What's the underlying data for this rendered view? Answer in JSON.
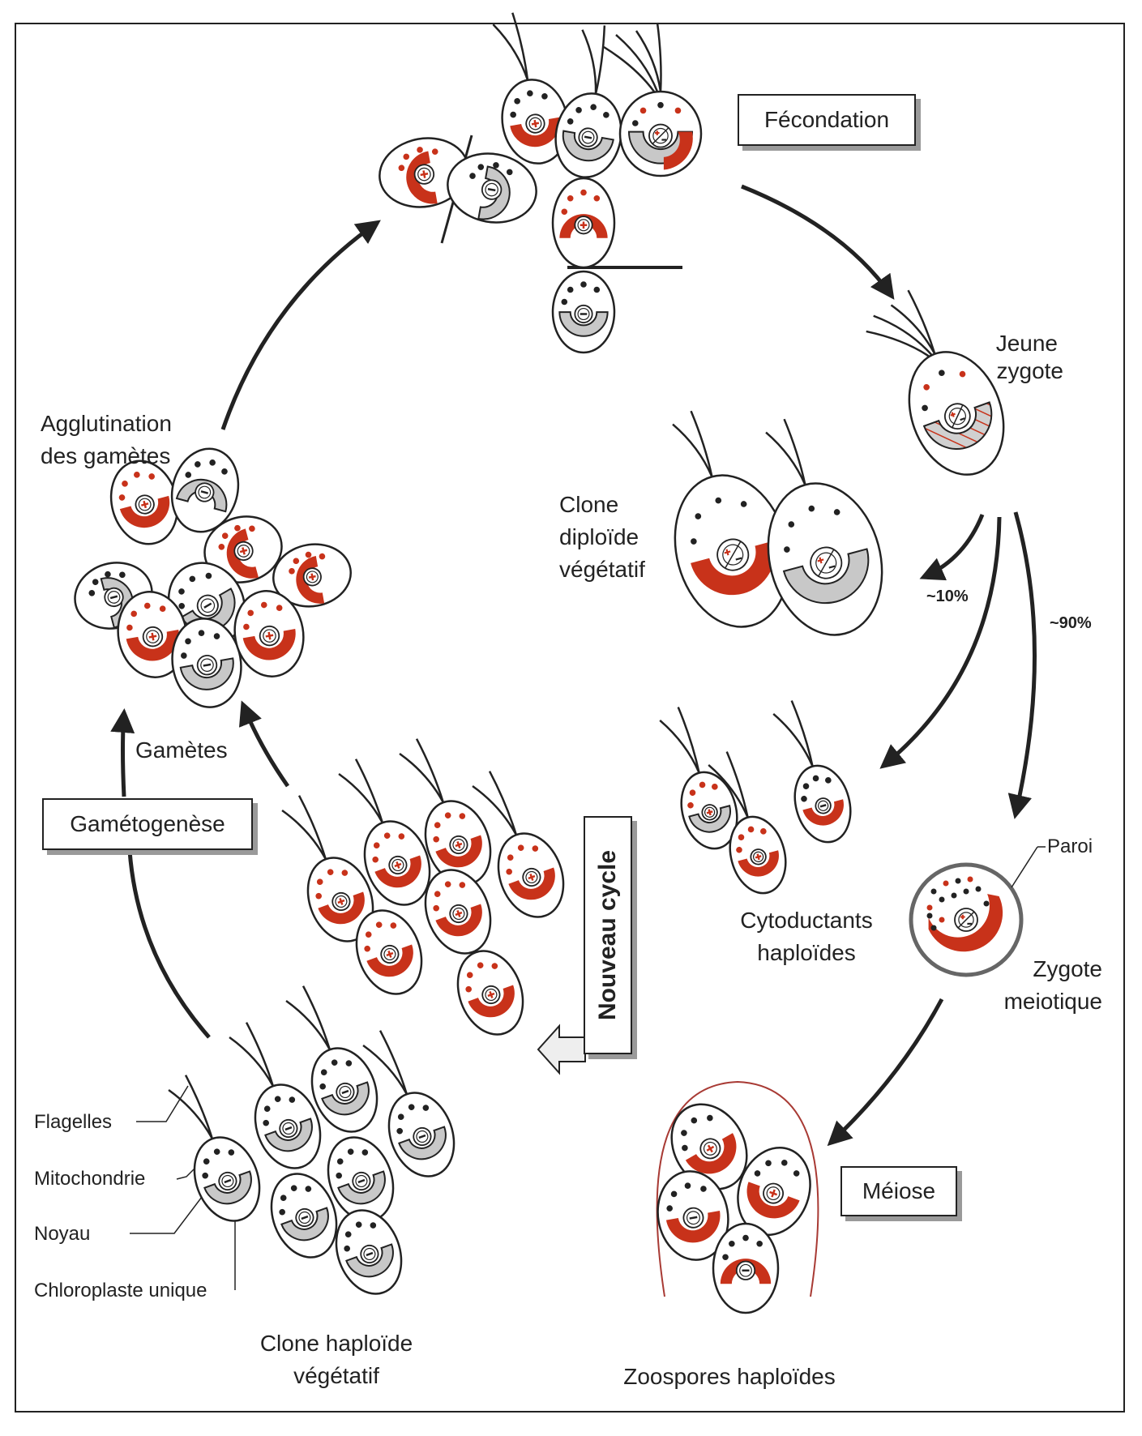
{
  "colors": {
    "red": "#c8321a",
    "gray": "#c8c8c8",
    "ink": "#222222",
    "shadow": "#9a9a9a",
    "sac_outline": "#a83a34"
  },
  "stage_boxes": {
    "fecondation": "Fécondation",
    "gametogenese": "Gamétogenèse",
    "meiose": "Méiose",
    "nouveau_cycle": "Nouveau cycle"
  },
  "labels": {
    "jeune_zygote": [
      "Jeune",
      "zygote"
    ],
    "agglutination": [
      "Agglutination",
      "des gamètes"
    ],
    "clone_diploide": [
      "Clone",
      "diploïde",
      "végétatif"
    ],
    "pct_10": "~10%",
    "pct_90": "~90%",
    "paroi": "Paroi",
    "cytoductants": [
      "Cytoductants",
      "haploïdes"
    ],
    "zygote_meiotique": [
      "Zygote",
      "meiotique"
    ],
    "gametes": "Gamètes",
    "zoospores": "Zoospores haploïdes",
    "clone_haploide": [
      "Clone haploïde",
      "végétatif"
    ]
  },
  "legend": {
    "flagelles": "Flagelles",
    "mitochondrie": "Mitochondrie",
    "noyau": "Noyau",
    "chloroplaste": "Chloroplaste unique"
  },
  "cell_groups": {
    "fecondation": [
      {
        "sign": "+",
        "chloro": "red"
      },
      {
        "sign": "-",
        "chloro": "gray"
      },
      {
        "sign": "+",
        "chloro": "red"
      },
      {
        "sign": "-",
        "chloro": "gray"
      },
      {
        "sign": "+/-",
        "chloro": "mixed"
      },
      {
        "sign": "+",
        "chloro": "red"
      },
      {
        "sign": "-",
        "chloro": "gray"
      }
    ],
    "jeune_zygote": [
      {
        "sign": "+/-",
        "chloro": "hatched"
      }
    ],
    "clone_diploide": [
      {
        "sign": "+/-",
        "chloro": "red"
      },
      {
        "sign": "+/-",
        "chloro": "gray"
      }
    ],
    "agglutination": [
      {
        "sign": "+",
        "chloro": "red"
      },
      {
        "sign": "-",
        "chloro": "gray"
      },
      {
        "sign": "+",
        "chloro": "red"
      },
      {
        "sign": "+",
        "chloro": "red"
      },
      {
        "sign": "-",
        "chloro": "gray"
      },
      {
        "sign": "-",
        "chloro": "gray"
      },
      {
        "sign": "+",
        "chloro": "red"
      },
      {
        "sign": "-",
        "chloro": "gray"
      },
      {
        "sign": "+",
        "chloro": "red"
      }
    ],
    "cytoductants": [
      {
        "sign": "+",
        "chloro": "gray"
      },
      {
        "sign": "+",
        "chloro": "red"
      },
      {
        "sign": "-",
        "chloro": "red"
      }
    ],
    "zygote_meiotique": [
      {
        "sign": "+/-",
        "chloro": "red"
      }
    ],
    "gametes_red": [
      {
        "sign": "+",
        "chloro": "red"
      },
      {
        "sign": "+",
        "chloro": "red"
      },
      {
        "sign": "+",
        "chloro": "red"
      },
      {
        "sign": "+",
        "chloro": "red"
      },
      {
        "sign": "+",
        "chloro": "red"
      },
      {
        "sign": "+",
        "chloro": "red"
      },
      {
        "sign": "+",
        "chloro": "red"
      }
    ],
    "clone_haploide": [
      {
        "sign": "-",
        "chloro": "gray"
      },
      {
        "sign": "-",
        "chloro": "gray"
      },
      {
        "sign": "-",
        "chloro": "gray"
      },
      {
        "sign": "-",
        "chloro": "gray"
      },
      {
        "sign": "-",
        "chloro": "gray"
      },
      {
        "sign": "-",
        "chloro": "gray"
      },
      {
        "sign": "-",
        "chloro": "gray"
      }
    ],
    "zoospores": [
      {
        "sign": "+",
        "chloro": "red"
      },
      {
        "sign": "+",
        "chloro": "red"
      },
      {
        "sign": "-",
        "chloro": "red"
      },
      {
        "sign": "-",
        "chloro": "red"
      }
    ]
  }
}
